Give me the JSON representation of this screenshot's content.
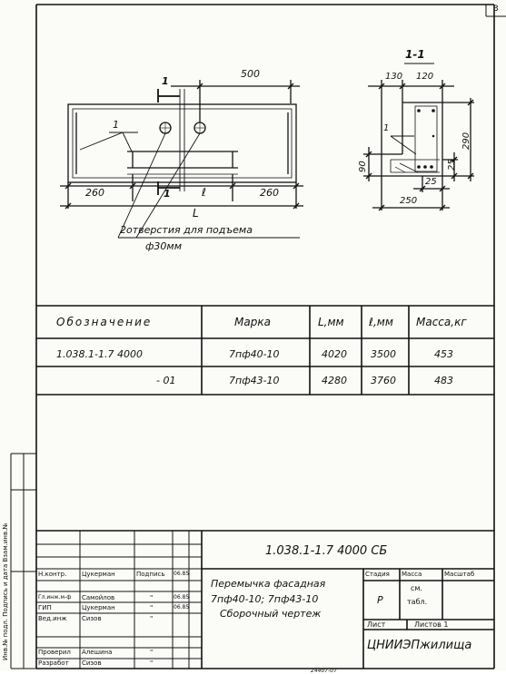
{
  "drawing": {
    "sheet_no": "3",
    "section_label": "1-1",
    "cut_mark": "1",
    "callout_1": "1",
    "dim_500": "500",
    "dim_260_left": "260",
    "dim_l_small": "ℓ",
    "dim_260_right": "260",
    "dim_L": "L",
    "holes_note_line1": "2отверстия для подъема",
    "holes_note_line2": "ф30мм",
    "sec_130": "130",
    "sec_120": "120",
    "sec_290": "290",
    "sec_90": "90",
    "sec_25a": "25",
    "sec_25b": "25",
    "sec_250": "250",
    "sec_callout": "1"
  },
  "spec_table": {
    "headers": [
      "Обозначение",
      "Марка",
      "L,мм",
      "ℓ,мм",
      "Масса,кг"
    ],
    "rows": [
      [
        "1.038.1-1.7    4000",
        "7пф40-10",
        "4020",
        "3500",
        "453"
      ],
      [
        "- 01",
        "7пф43-10",
        "4280",
        "3760",
        "483"
      ]
    ]
  },
  "stamp": {
    "code": "1.038.1-1.7  4000 СБ",
    "roles": [
      {
        "role": "Н.контр.",
        "name": "Цукерман",
        "sign": "Подпись",
        "date": "06.85"
      },
      {
        "role": "Гл.инж.м-ф",
        "name": "Самойлов",
        "sign": "\"",
        "date": "06.85"
      },
      {
        "role": "ГИП",
        "name": "Цукерман",
        "sign": "\"",
        "date": "06.85"
      },
      {
        "role": "Вед.инж",
        "name": "Сизов",
        "sign": "\"",
        "date": ""
      },
      {
        "role": "Проверил",
        "name": "Алешина",
        "sign": "\"",
        "date": ""
      },
      {
        "role": "Разработ",
        "name": "Сизов",
        "sign": "\"",
        "date": ""
      }
    ],
    "title_line1": "Перемычка фасадная",
    "title_line2": "7пф40-10; 7пф43-10",
    "title_line3": "Сборочный чертеж",
    "col_stage": "Стадия",
    "col_mass": "Масса",
    "col_scale": "Масштаб",
    "stage_value": "Р",
    "mass_value_1": "см.",
    "mass_value_2": "табл.",
    "sheet_label": "Лист",
    "sheets_label": "Листов 1",
    "org": "ЦНИИЭПжилища"
  },
  "side_margin": {
    "text": "Инв.№ подл.  Подпись и дата  Взам.инв.№"
  },
  "bottom_text": "24407-07"
}
